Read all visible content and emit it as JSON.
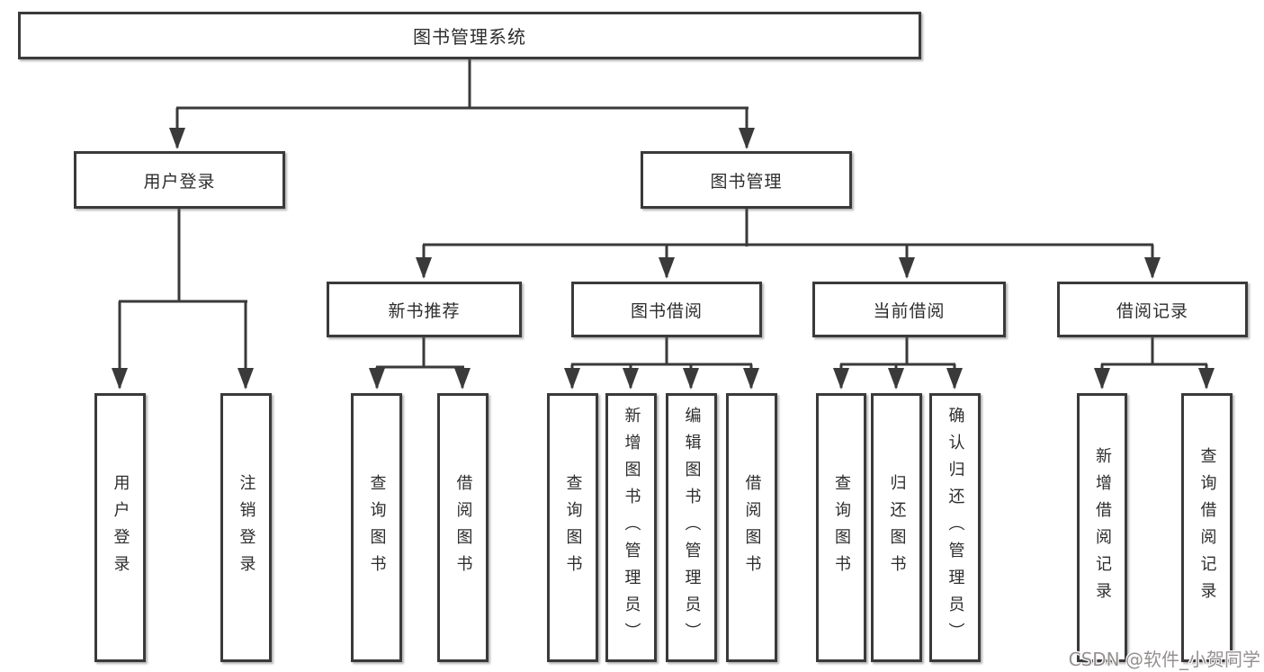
{
  "colors": {
    "background": "#ffffff",
    "line": "#3a3a3a",
    "box_border": "#3a3a3a",
    "box_fill": "#ffffff",
    "text": "#2d2d2d",
    "watermark": "#969090"
  },
  "watermark": {
    "text": "CSDN @软件_小贺同学"
  },
  "tree": {
    "root": {
      "label": "图书管理系统",
      "children": [
        {
          "label": "用户登录",
          "children": [
            {
              "label": "用户登录"
            },
            {
              "label": "注销登录"
            }
          ]
        },
        {
          "label": "图书管理",
          "children": [
            {
              "label": "新书推荐",
              "children": [
                {
                  "label": "查询图书"
                },
                {
                  "label": "借阅图书"
                }
              ]
            },
            {
              "label": "图书借阅",
              "children": [
                {
                  "label": "查询图书"
                },
                {
                  "label": "新增图书（管理员）"
                },
                {
                  "label": "编辑图书（管理员）"
                },
                {
                  "label": "借阅图书"
                }
              ]
            },
            {
              "label": "当前借阅",
              "children": [
                {
                  "label": "查询图书"
                },
                {
                  "label": "归还图书"
                },
                {
                  "label": "确认归还（管理员）"
                }
              ]
            },
            {
              "label": "借阅记录",
              "children": [
                {
                  "label": "新增借阅记录"
                },
                {
                  "label": "查询借阅记录"
                }
              ]
            }
          ]
        }
      ]
    }
  }
}
